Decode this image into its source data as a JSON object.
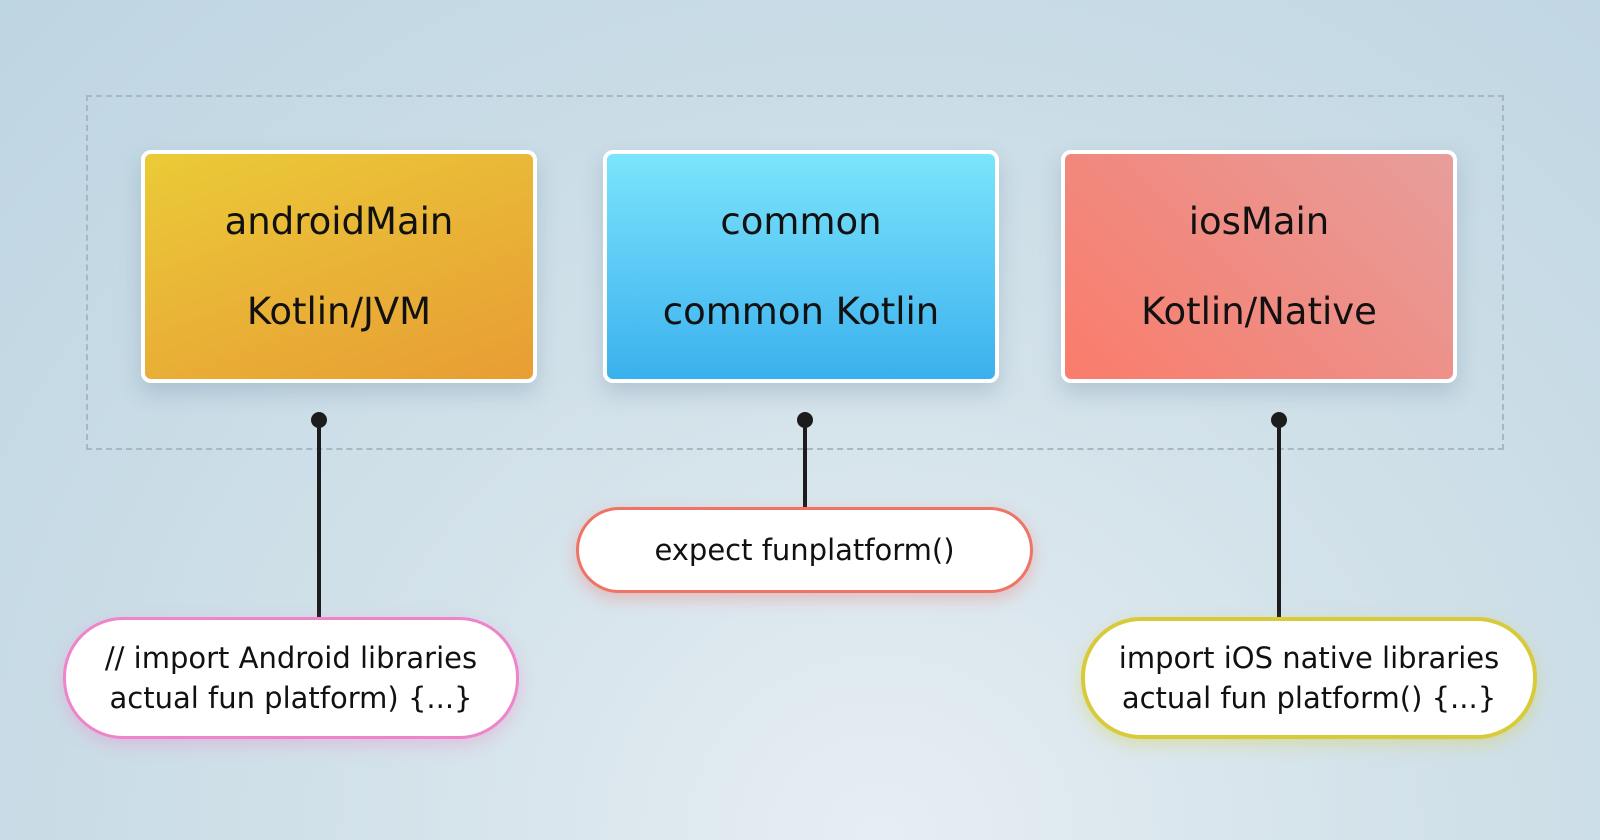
{
  "modules": {
    "android": {
      "name": "androidMain",
      "language": "Kotlin/JVM",
      "color": "#e9b337"
    },
    "common": {
      "name": "common",
      "language": "common Kotlin",
      "color": "#5ccaf5"
    },
    "ios": {
      "name": "iosMain",
      "language": "Kotlin/Native",
      "color": "#f08b81"
    }
  },
  "callouts": {
    "common": {
      "line1": "expect funplatform()",
      "border_color": "#ef7466"
    },
    "android": {
      "line1": "// import Android libraries",
      "line2": "actual fun platform) {...}",
      "border_color": "#ee84c9"
    },
    "ios": {
      "line1": "import iOS native libraries",
      "line2": "actual fun platform() {...}",
      "border_color": "#d8cb3b"
    }
  }
}
